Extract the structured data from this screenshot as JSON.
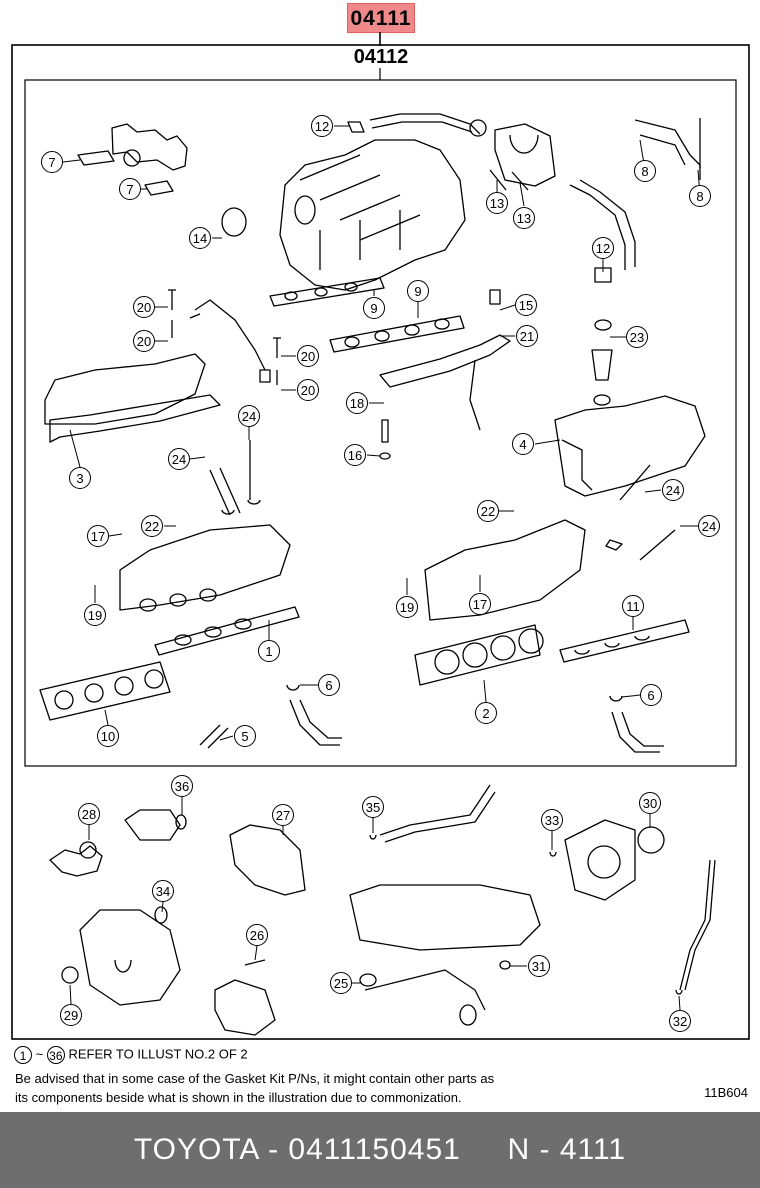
{
  "header": {
    "part_number": "04111",
    "sub_part_number": "04112"
  },
  "callouts": {
    "c7a": "7",
    "c7b": "7",
    "c12a": "12",
    "c14": "14",
    "c13a": "13",
    "c13b": "13",
    "c8a": "8",
    "c8b": "8",
    "c12b": "12",
    "c9a": "9",
    "c9b": "9",
    "c20a": "20",
    "c20b": "20",
    "c20c": "20",
    "c20d": "20",
    "c15": "15",
    "c21": "21",
    "c23": "23",
    "c18": "18",
    "c16": "16",
    "c24a": "24",
    "c24b": "24",
    "c4": "4",
    "c3": "3",
    "c24c": "24",
    "c24d": "24",
    "c17a": "17",
    "c22a": "22",
    "c22b": "22",
    "c17b": "17",
    "c19a": "19",
    "c19b": "19",
    "c1": "1",
    "c11": "11",
    "c6a": "6",
    "c6b": "6",
    "c2": "2",
    "c10": "10",
    "c5": "5",
    "c36": "36",
    "c28": "28",
    "c27": "27",
    "c35": "35",
    "c33": "33",
    "c30": "30",
    "c34": "34",
    "c26": "26",
    "c31": "31",
    "c25": "25",
    "c29": "29",
    "c32": "32"
  },
  "legend": {
    "from": "1",
    "tilde": "~",
    "to": "36",
    "text": "REFER TO ILLUST NO.2 OF 2"
  },
  "note": {
    "line1": "Be advised that in some case of the Gasket Kit P/Ns,  it might contain other parts as",
    "line2": "its components beside what is shown in the illustration due to commonization."
  },
  "illustration_code": "11B604",
  "footer": {
    "text": "TOYOTA - 0411150451     N - 4111"
  }
}
